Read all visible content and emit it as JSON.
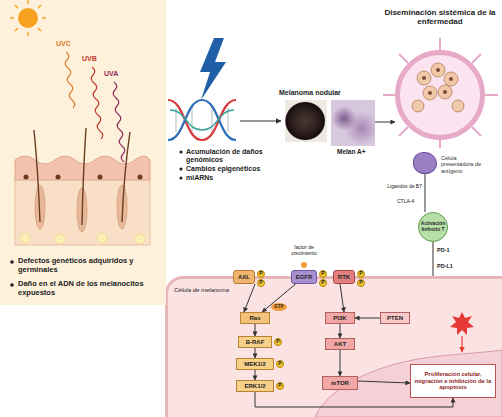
{
  "diagram": {
    "nodes": [
      {
        "text": [
          "Melanoma nodular"
        ]
      },
      {
        "text": [
          "Melan A+"
        ]
      },
      {
        "text": [
          "Diseminación sistémica de la enfermedad"
        ]
      },
      {
        "text": [
          "Célula presentadora de antígeno"
        ]
      },
      {
        "text": [
          "Activación linfocito T"
        ]
      },
      {
        "text": [
          "Célula de melanoma"
        ]
      },
      {
        "text": [
          "AXL"
        ],
        "in": 5
      },
      {
        "text": [
          "EGFR"
        ],
        "in": 5
      },
      {
        "text": [
          "RTK"
        ],
        "in": 5
      },
      {
        "text": [
          "Ras"
        ],
        "in": 5
      },
      {
        "text": [
          "PI3K"
        ],
        "in": 5
      },
      {
        "text": [
          "PTEN"
        ],
        "in": 5
      },
      {
        "text": [
          "B-RAF"
        ],
        "in": 5
      },
      {
        "text": [
          "AKT"
        ],
        "in": 5
      },
      {
        "text": [
          "MEK1/2"
        ],
        "in": 5
      },
      {
        "text": [
          "ERK1/2"
        ],
        "in": 5
      },
      {
        "text": [
          "mTOR"
        ],
        "in": 5
      },
      {
        "text": [
          "Proliferación celular, migración e inhibición de la apoptosis"
        ],
        "in": 5
      }
    ],
    "edges": [
      {
        "from": 1,
        "to": 2,
        "arrow": "to"
      },
      {
        "from": 3,
        "to": 4,
        "arrow": "none"
      },
      {
        "from": 4,
        "to": 5,
        "arrow": "none"
      },
      {
        "from": 6,
        "to": 9,
        "arrow": "to"
      },
      {
        "from": 7,
        "to": 9,
        "arrow": "to"
      },
      {
        "from": 8,
        "to": 10,
        "arrow": "to"
      },
      {
        "from": 11,
        "to": 10,
        "arrow": "to"
      },
      {
        "from": 9,
        "to": 12,
        "arrow": "to"
      },
      {
        "from": 12,
        "to": 14,
        "arrow": "to"
      },
      {
        "from": 14,
        "to": 15,
        "arrow": "to"
      },
      {
        "from": 10,
        "to": 13,
        "arrow": "to"
      },
      {
        "from": 13,
        "to": 16,
        "arrow": "to"
      },
      {
        "from": 15,
        "to": 17,
        "arrow": "to"
      },
      {
        "from": 16,
        "to": 17,
        "arrow": "to"
      }
    ],
    "labels": [
      "UVC",
      "UVB",
      "UVA",
      "Defectos genéticos adquiridos y germinales",
      "Daño en el ADN de los melanocitos expuestos",
      "Acumulación de daños genómicos",
      "Cambios epigenéticos",
      "miARNs",
      "Ligandos de B7",
      "CTLA-4",
      "PD-1",
      "PD-L1",
      "factor de crecimiento",
      "GTP",
      "P",
      "P",
      "P",
      "P",
      "P",
      "P",
      "P",
      "P",
      "P"
    ]
  }
}
